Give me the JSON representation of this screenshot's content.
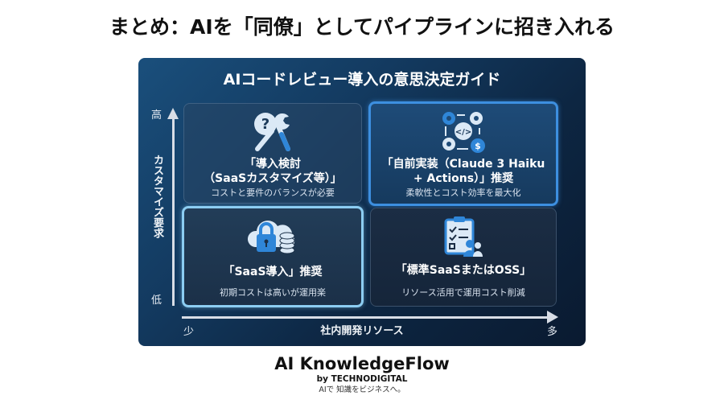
{
  "slide": {
    "title": "まとめ：AIを「同僚」としてパイプラインに招き入れる"
  },
  "panel": {
    "title": "AIコードレビュー導入の意思決定ガイド",
    "colors": {
      "panel_bg_top_left": "#1a4f7c",
      "panel_bg_bottom_right": "#0a1a30",
      "highlight_blue": "#3d8fe0",
      "highlight_light_blue": "#8ccdf2",
      "icon_blue": "#2f86d8",
      "icon_light": "#dbe9f6"
    },
    "y_axis": {
      "label": "カスタマイズ要求",
      "high": "高",
      "low": "低"
    },
    "x_axis": {
      "label": "社内開発リソース",
      "low": "少",
      "high": "多"
    },
    "quadrants": {
      "top_left": {
        "icon": "question-wrench-icon",
        "title_line1": "「導入検討",
        "title_line2": "（SaaSカスタマイズ等）」",
        "subtitle": "コストと要件のバランスが必要",
        "highlighted": false
      },
      "top_right": {
        "icon": "code-gears-dollar-icon",
        "title_line1": "「自前実装（Claude 3 Haiku",
        "title_line2": "+ Actions）」推奨",
        "subtitle": "柔軟性とコスト効率を最大化",
        "highlighted": true
      },
      "bottom_left": {
        "icon": "cloud-lock-database-icon",
        "title_line1": "「SaaS導入」推奨",
        "subtitle": "初期コストは高いが運用楽",
        "highlighted": true
      },
      "bottom_right": {
        "icon": "clipboard-team-icon",
        "title_line1": "「標準SaaSまたはOSS」",
        "subtitle": "リソース活用で運用コスト削減",
        "highlighted": false
      }
    }
  },
  "footer": {
    "brand": "AI KnowledgeFlow",
    "by": "by TECHNODIGITAL",
    "tagline": "AIで 知識をビジネスへ。"
  }
}
